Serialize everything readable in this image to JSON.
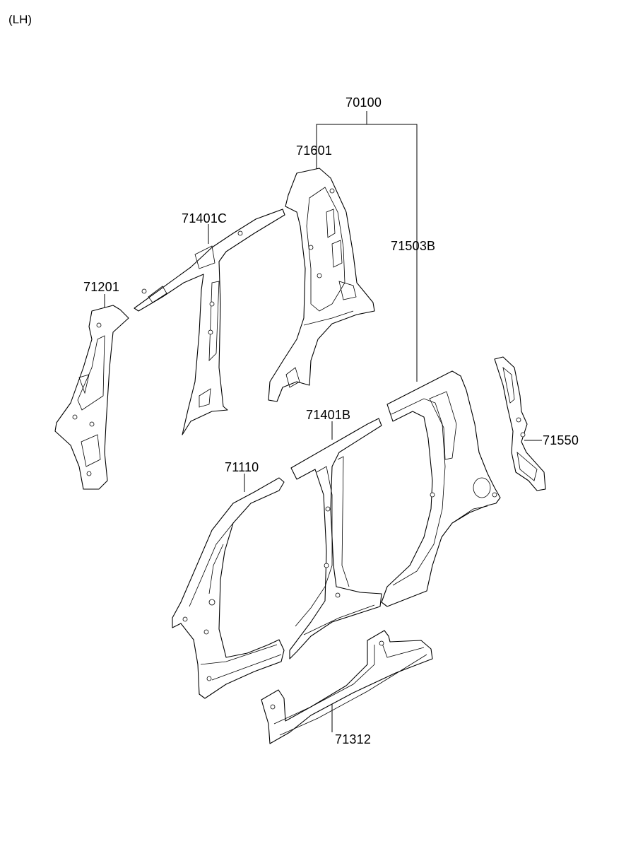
{
  "side_indicator": "(LH)",
  "parts": {
    "assembly": "70100",
    "rear_pillar_inner": "71601",
    "center_pillar_inner": "71401C",
    "outer_panel_rear": "71503B",
    "front_pillar_inner": "71201",
    "rear_inner_piece": "71550",
    "center_pillar_outer": "71401B",
    "front_pillar_outer": "71110",
    "side_sill": "71312"
  }
}
